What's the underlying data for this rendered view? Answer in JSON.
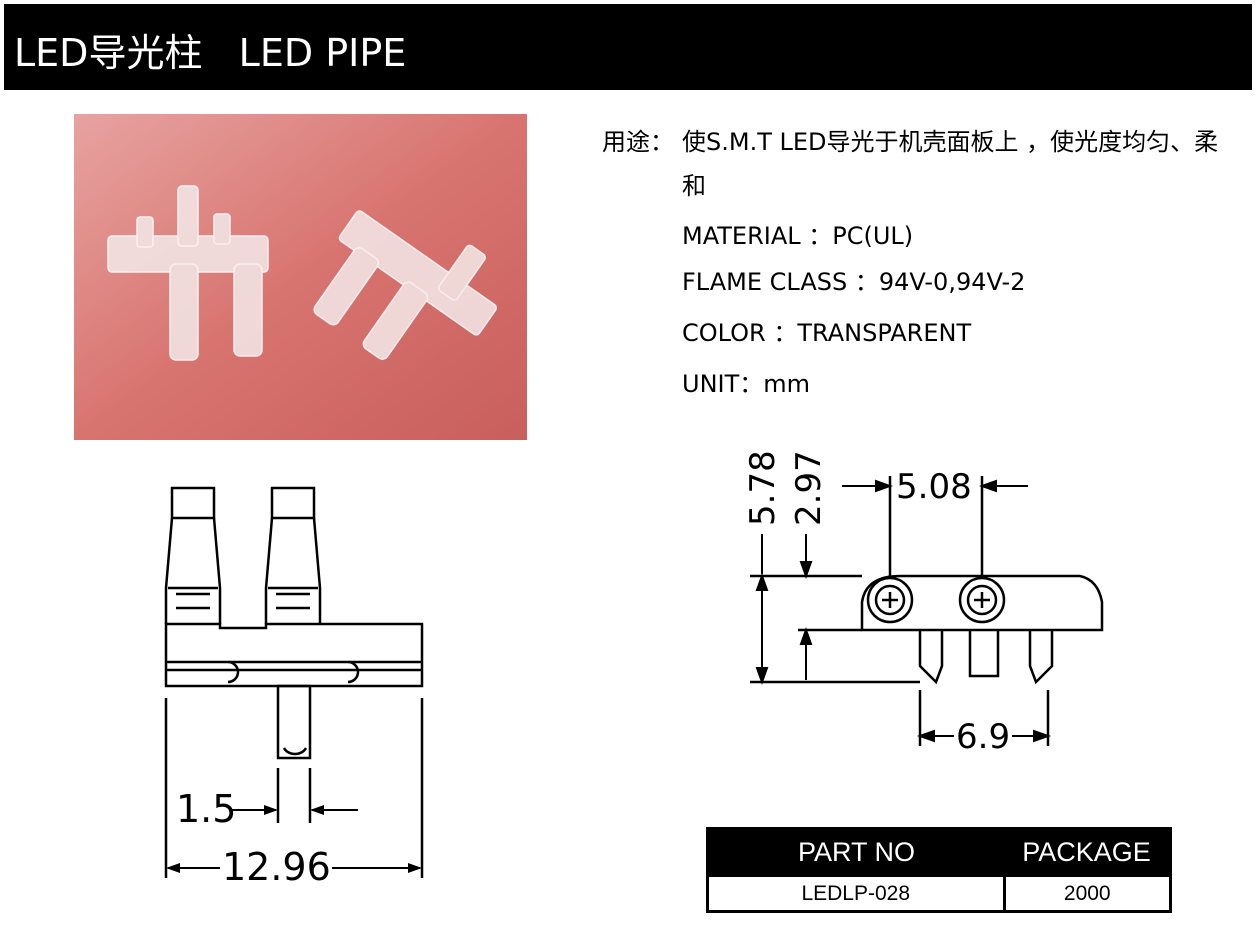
{
  "header": {
    "title": "LED导光柱   LED PIPE"
  },
  "description": {
    "usage_label": "用途：",
    "usage_text_line1": "使S.M.T LED导光于机壳面板上 ，使光度均匀、柔",
    "usage_text_line2": "和",
    "material": "MATERIAL ：PC(UL)",
    "flame_class": "FLAME CLASS ：94V-0,94V-2",
    "color": "COLOR ：TRANSPARENT",
    "unit": "UNIT：mm"
  },
  "drawing_front": {
    "dim_1": "1.5",
    "dim_2": "12.96"
  },
  "drawing_side": {
    "dim_height_total": "5.78",
    "dim_height_pipe": "2.97",
    "dim_pitch": "5.08",
    "dim_width": "6.9"
  },
  "parts_table": {
    "headers": [
      "PART NO",
      "PACKAGE"
    ],
    "rows": [
      [
        "LEDLP-028",
        "2000"
      ]
    ]
  },
  "colors": {
    "header_bg": "#000000",
    "photo_bg": "#d97070"
  }
}
